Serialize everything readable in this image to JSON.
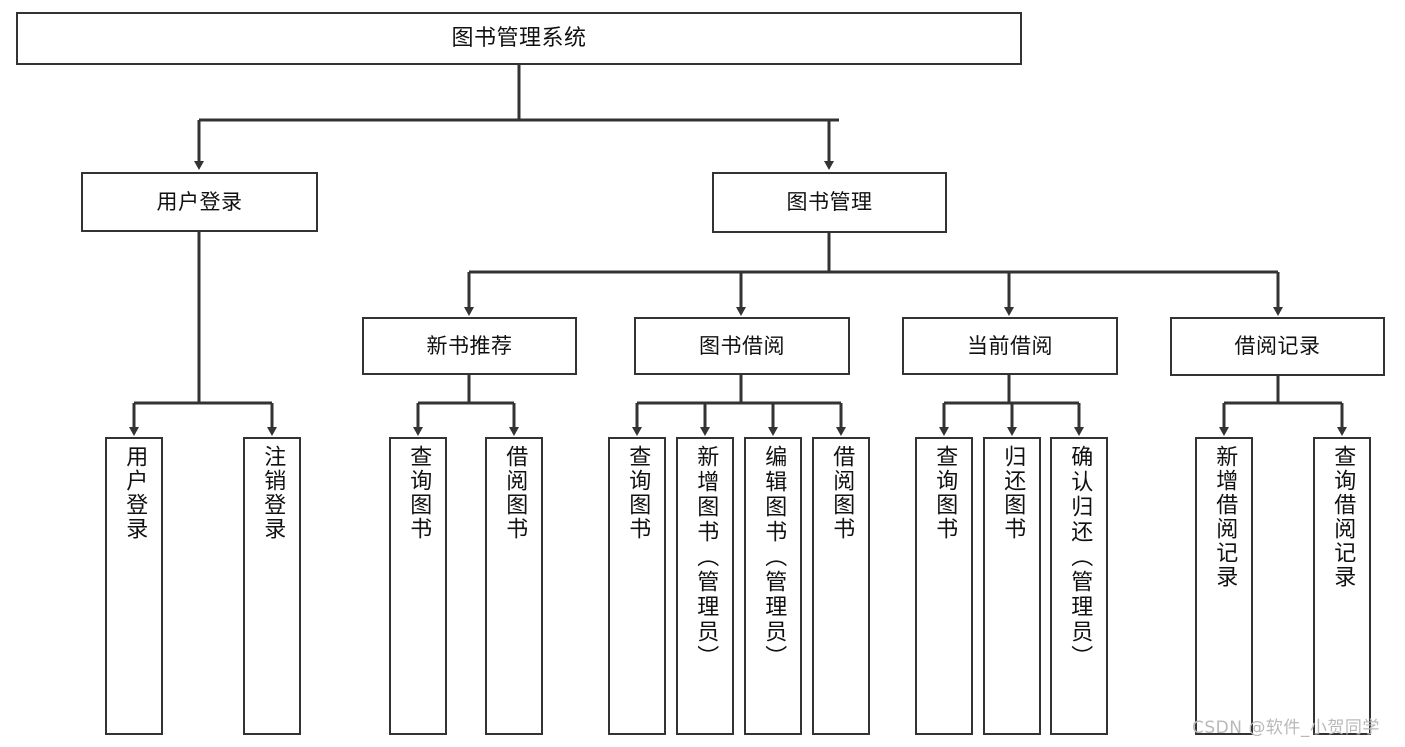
{
  "diagram": {
    "type": "tree",
    "title": "图书管理系统",
    "root": {
      "id": "root",
      "label": "图书管理系统"
    },
    "level1": [
      {
        "id": "user-login",
        "label": "用户登录"
      },
      {
        "id": "book-manage",
        "label": "图书管理"
      }
    ],
    "level2": [
      {
        "id": "new-book-rec",
        "label": "新书推荐",
        "parent": "book-manage"
      },
      {
        "id": "book-borrow",
        "label": "图书借阅",
        "parent": "book-manage"
      },
      {
        "id": "current-borrow",
        "label": "当前借阅",
        "parent": "book-manage"
      },
      {
        "id": "borrow-record",
        "label": "借阅记录",
        "parent": "book-manage"
      }
    ],
    "leaves": [
      {
        "id": "leaf-user-login",
        "label": "用户登录",
        "parent": "user-login"
      },
      {
        "id": "leaf-user-logout",
        "label": "注销登录",
        "parent": "user-login"
      },
      {
        "id": "leaf-rec-query-book",
        "label": "查询图书",
        "parent": "new-book-rec"
      },
      {
        "id": "leaf-rec-borrow-book",
        "label": "借阅图书",
        "parent": "new-book-rec"
      },
      {
        "id": "leaf-borrow-query-book",
        "label": "查询图书",
        "parent": "book-borrow"
      },
      {
        "id": "leaf-borrow-add-book",
        "label": "新增图书（管理员）",
        "parent": "book-borrow"
      },
      {
        "id": "leaf-borrow-edit-book",
        "label": "编辑图书（管理员）",
        "parent": "book-borrow"
      },
      {
        "id": "leaf-borrow-borrow-book",
        "label": "借阅图书",
        "parent": "book-borrow"
      },
      {
        "id": "leaf-cur-query-book",
        "label": "查询图书",
        "parent": "current-borrow"
      },
      {
        "id": "leaf-cur-return-book",
        "label": "归还图书",
        "parent": "current-borrow"
      },
      {
        "id": "leaf-cur-confirm-return",
        "label": "确认归还（管理员）",
        "parent": "current-borrow"
      },
      {
        "id": "leaf-rec-add-record",
        "label": "新增借阅记录",
        "parent": "borrow-record"
      },
      {
        "id": "leaf-rec-query-record",
        "label": "查询借阅记录",
        "parent": "borrow-record"
      }
    ]
  },
  "watermark": {
    "text": "CSDN @软件_小贺同学"
  },
  "colors": {
    "stroke": "#333333",
    "fill": "#ffffff",
    "text": "#111111",
    "watermark": "#b9b9b9"
  }
}
